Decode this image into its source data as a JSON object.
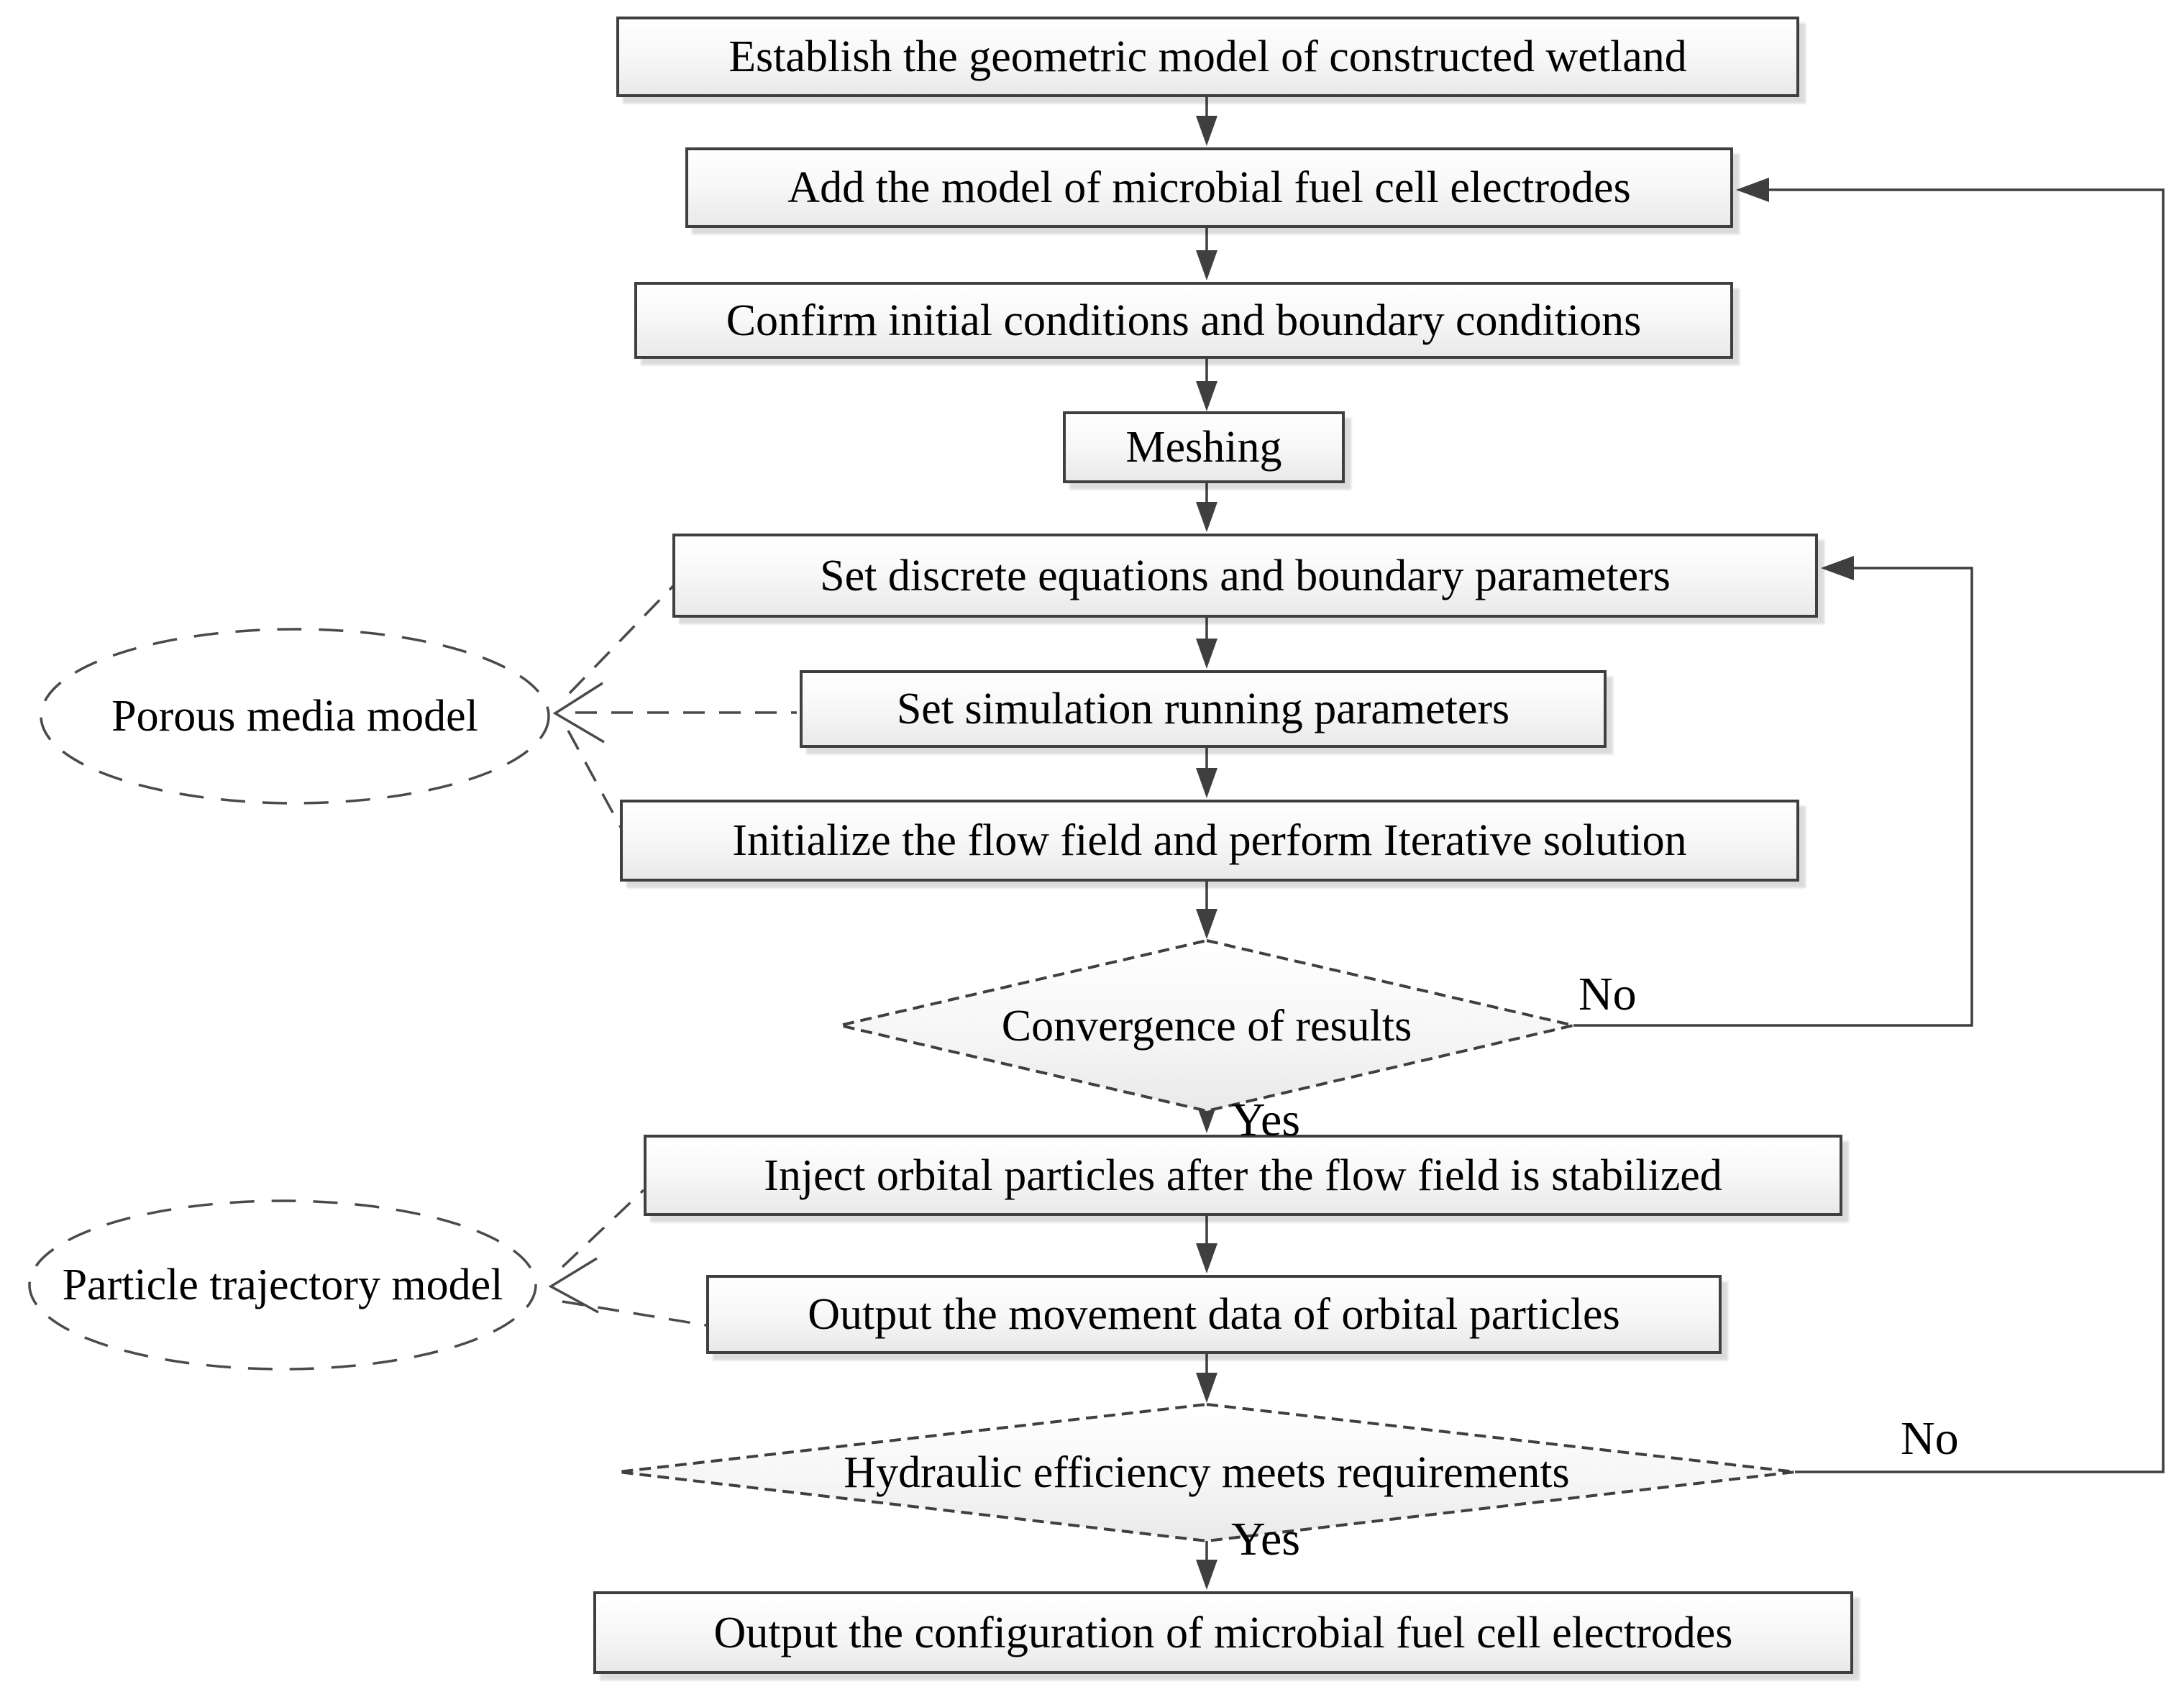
{
  "flowchart": {
    "nodes": {
      "establish": "Establish the geometric model of constructed wetland",
      "add_electrodes": "Add the model of microbial fuel cell electrodes",
      "confirm_conditions": "Confirm initial conditions and boundary conditions",
      "meshing": "Meshing",
      "discrete_equations": "Set discrete equations and boundary parameters",
      "simulation_parameters": "Set simulation running parameters",
      "initialize_flow": "Initialize the flow field and perform Iterative solution",
      "inject_particles": "Inject orbital particles after the flow field is stabilized",
      "output_movement": "Output the movement data of orbital particles",
      "output_configuration": "Output the configuration of microbial fuel cell electrodes"
    },
    "decisions": {
      "convergence": "Convergence of results",
      "hydraulic": "Hydraulic efficiency meets requirements"
    },
    "annotations": {
      "porous_media": "Porous media model",
      "particle_trajectory": "Particle trajectory model"
    },
    "edge_labels": {
      "convergence_no": "No",
      "convergence_yes": "Yes",
      "hydraulic_no": "No",
      "hydraulic_yes": "Yes"
    },
    "colors": {
      "border": "#3f3f3f",
      "line": "#4a4a4a",
      "fill_top": "#ffffff",
      "fill_bottom": "#e9e9e9",
      "shadow": "#d9d9d9",
      "text": "#000000",
      "background": "#ffffff"
    }
  }
}
